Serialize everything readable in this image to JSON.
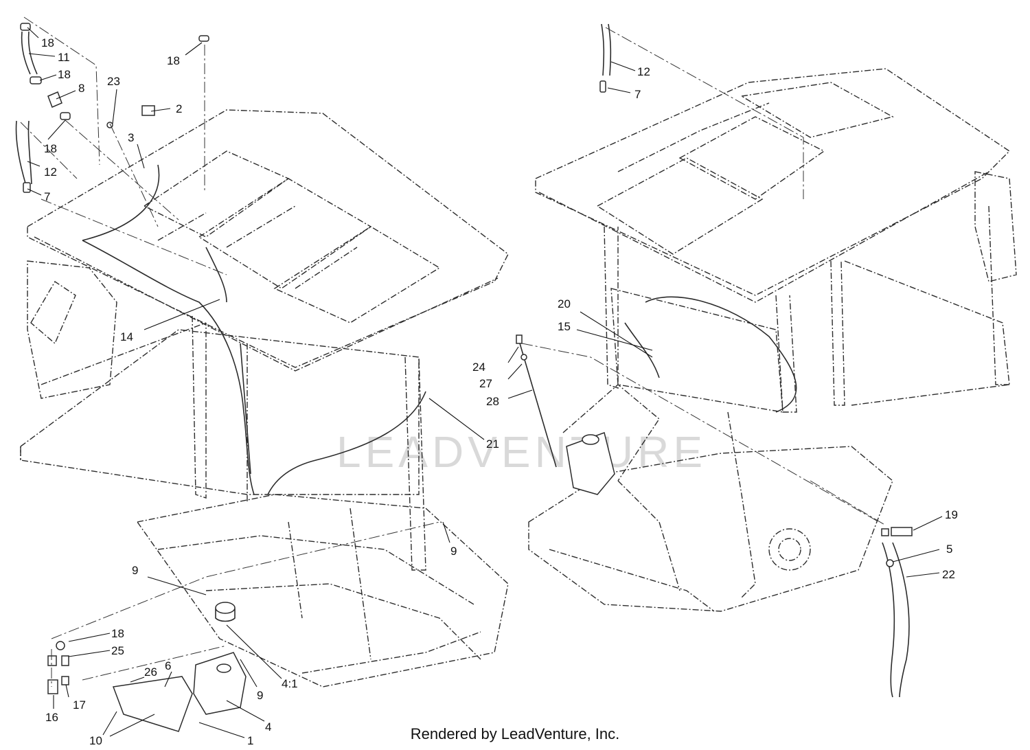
{
  "footer": "Rendered by LeadVenture, Inc.",
  "watermark": "LEADVENTURE",
  "callouts": [
    {
      "id": "c1",
      "text": "18"
    },
    {
      "id": "c2",
      "text": "11"
    },
    {
      "id": "c3",
      "text": "18"
    },
    {
      "id": "c4",
      "text": "8"
    },
    {
      "id": "c5",
      "text": "18"
    },
    {
      "id": "c6",
      "text": "12"
    },
    {
      "id": "c7",
      "text": "7"
    },
    {
      "id": "c8",
      "text": "18"
    },
    {
      "id": "c9",
      "text": "23"
    },
    {
      "id": "c10",
      "text": "2"
    },
    {
      "id": "c11",
      "text": "3"
    },
    {
      "id": "c12",
      "text": "14"
    },
    {
      "id": "c13",
      "text": "21"
    },
    {
      "id": "c14",
      "text": "9"
    },
    {
      "id": "c15",
      "text": "9"
    },
    {
      "id": "c16",
      "text": "18"
    },
    {
      "id": "c17",
      "text": "25"
    },
    {
      "id": "c18",
      "text": "26"
    },
    {
      "id": "c19",
      "text": "6"
    },
    {
      "id": "c20",
      "text": "17"
    },
    {
      "id": "c21",
      "text": "16"
    },
    {
      "id": "c22",
      "text": "4:1"
    },
    {
      "id": "c23",
      "text": "9"
    },
    {
      "id": "c24",
      "text": "4"
    },
    {
      "id": "c25",
      "text": "10"
    },
    {
      "id": "c26",
      "text": "1"
    },
    {
      "id": "c27",
      "text": "12"
    },
    {
      "id": "c28",
      "text": "7"
    },
    {
      "id": "c29",
      "text": "20"
    },
    {
      "id": "c30",
      "text": "15"
    },
    {
      "id": "c31",
      "text": "24"
    },
    {
      "id": "c32",
      "text": "27"
    },
    {
      "id": "c33",
      "text": "28"
    },
    {
      "id": "c34",
      "text": "19"
    },
    {
      "id": "c35",
      "text": "5"
    },
    {
      "id": "c36",
      "text": "22"
    }
  ]
}
